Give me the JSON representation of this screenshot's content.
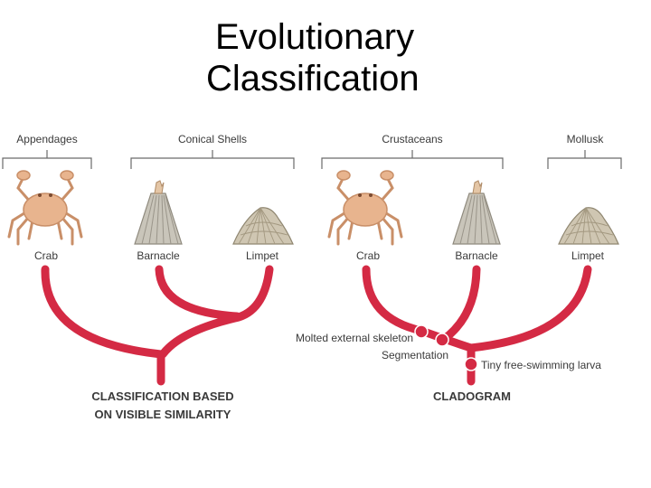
{
  "title": {
    "line1": "Evolutionary",
    "line2": "Classification"
  },
  "left_diagram": {
    "groups": [
      "Appendages",
      "Conical Shells"
    ],
    "organisms": [
      "Crab",
      "Barnacle",
      "Limpet"
    ],
    "caption_line1": "CLASSIFICATION BASED",
    "caption_line2": "ON VISIBLE SIMILARITY"
  },
  "right_diagram": {
    "groups": [
      "Crustaceans",
      "Mollusk"
    ],
    "organisms": [
      "Crab",
      "Barnacle",
      "Limpet"
    ],
    "traits": [
      "Molted external skeleton",
      "Segmentation",
      "Tiny free-swimming larva"
    ],
    "caption": "CLADOGRAM"
  },
  "colors": {
    "branch": "#d42a44",
    "bracket": "#6a6a6a",
    "shell": "#b8b2a4",
    "crab": "#e8b48e"
  }
}
